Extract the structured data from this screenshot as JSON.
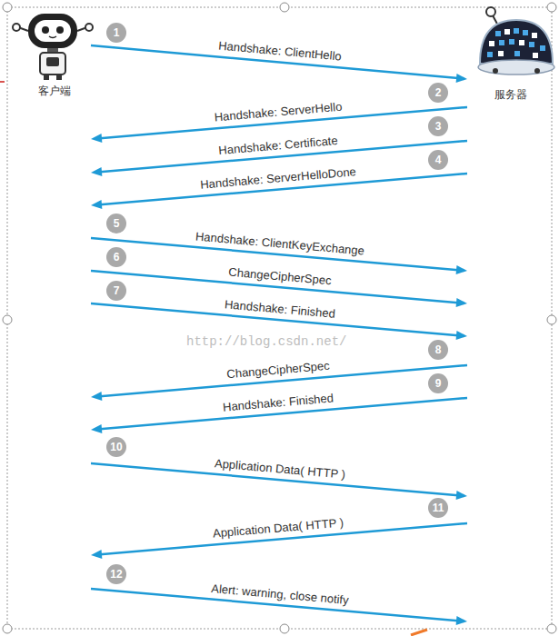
{
  "diagram": {
    "nodes": [
      {
        "text": [
          "客户端"
        ]
      },
      {
        "text": [
          "服务器"
        ]
      }
    ],
    "edges": [
      {
        "from": 0,
        "to": 1,
        "label": "Handshake: ClientHello",
        "arrow": "to"
      },
      {
        "from": 1,
        "to": 0,
        "label": "Handshake: ServerHello",
        "arrow": "to"
      },
      {
        "from": 1,
        "to": 0,
        "label": "Handshake: Certificate",
        "arrow": "to"
      },
      {
        "from": 1,
        "to": 0,
        "label": "Handshake: ServerHelloDone",
        "arrow": "to"
      },
      {
        "from": 0,
        "to": 1,
        "label": "Handshake: ClientKeyExchange",
        "arrow": "to"
      },
      {
        "from": 0,
        "to": 1,
        "label": "ChangeCipherSpec",
        "arrow": "to"
      },
      {
        "from": 0,
        "to": 1,
        "label": "Handshake: Finished",
        "arrow": "to"
      },
      {
        "from": 1,
        "to": 0,
        "label": "ChangeCipherSpec",
        "arrow": "to"
      },
      {
        "from": 1,
        "to": 0,
        "label": "Handshake: Finished",
        "arrow": "to"
      },
      {
        "from": 0,
        "to": 1,
        "label": "Application Data( HTTP )",
        "arrow": "to"
      },
      {
        "from": 1,
        "to": 0,
        "label": "Application Data( HTTP )",
        "arrow": "to"
      },
      {
        "from": 0,
        "to": 1,
        "label": "Alert: warning, close notify",
        "arrow": "to"
      }
    ],
    "labels": [
      "1",
      "2",
      "3",
      "4",
      "5",
      "6",
      "7",
      "8",
      "9",
      "10",
      "11",
      "12",
      "http://blog.csdn.net/"
    ]
  }
}
